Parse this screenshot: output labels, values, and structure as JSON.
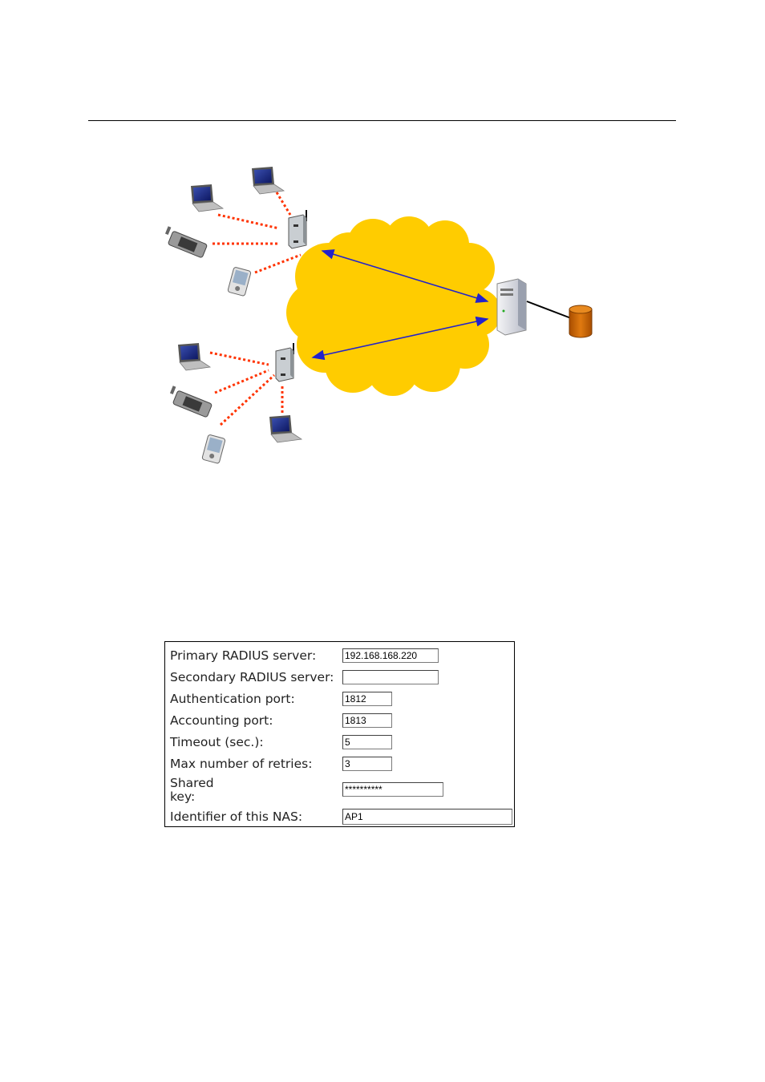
{
  "form": {
    "primary_server": {
      "label": "Primary RADIUS server:",
      "value": "192.168.168.220"
    },
    "secondary_server": {
      "label": "Secondary RADIUS server:",
      "value": ""
    },
    "auth_port": {
      "label": "Authentication port:",
      "value": "1812"
    },
    "acct_port": {
      "label": "Accounting port:",
      "value": "1813"
    },
    "timeout": {
      "label": "Timeout (sec.):",
      "value": "5"
    },
    "retries": {
      "label": "Max number of retries:",
      "value": "3"
    },
    "shared_key": {
      "label": "Shared\nkey:",
      "value": "**********"
    },
    "nas_id": {
      "label": "Identifier of this NAS:",
      "value": "AP1"
    }
  },
  "colors": {
    "cloud": "#FFCC00",
    "link_dotted": "#FF3300",
    "arrow": "#2222CC",
    "database": "#CC6600"
  },
  "icons": [
    "laptop-icon",
    "pda-icon",
    "handheld-icon",
    "access-point-icon",
    "server-icon",
    "database-icon"
  ]
}
